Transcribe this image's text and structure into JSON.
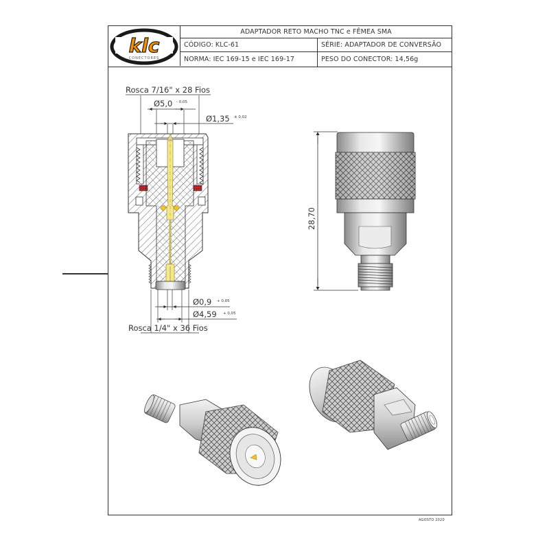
{
  "title_block": {
    "title": "ADAPTADOR RETO MACHO TNC  e  FÊMEA SMA",
    "codigo": "CÓDIGO: KLC-61",
    "serie": "SÉRIE: ADAPTADOR DE CONVERSÃO",
    "norma": "NORMA: IEC 169-15 e IEC 169-17",
    "peso": "PESO DO CONECTOR:  14,56g"
  },
  "logo": {
    "brand": "klc",
    "subtitle": "CONECTORES",
    "colors": {
      "orange": "#f39200",
      "black": "#1a1a1a"
    }
  },
  "section_view": {
    "thread_top": "Rosca 7/16\" x 28 Fios",
    "dim_5_0": {
      "value": "Ø5,0",
      "tol": "- 0,05"
    },
    "dim_1_35": {
      "value": "Ø1,35",
      "tol": "± 0,02"
    },
    "dim_0_9": {
      "value": "Ø0,9",
      "tol": "+ 0,05"
    },
    "dim_4_59": {
      "value": "Ø4,59",
      "tol": "+ 0,05"
    },
    "thread_bottom": "Rosca 1/4\" x 36 Fios",
    "colors": {
      "pin": "#f5e88a",
      "seal": "#c0272d",
      "hatch": "#444444"
    }
  },
  "side_view": {
    "height_dim": "28,70"
  },
  "iso_views": [
    {
      "name": "iso-view-tnc-front"
    },
    {
      "name": "iso-view-sma-front"
    }
  ],
  "footer": {
    "date": "AGOSTO 2020"
  }
}
